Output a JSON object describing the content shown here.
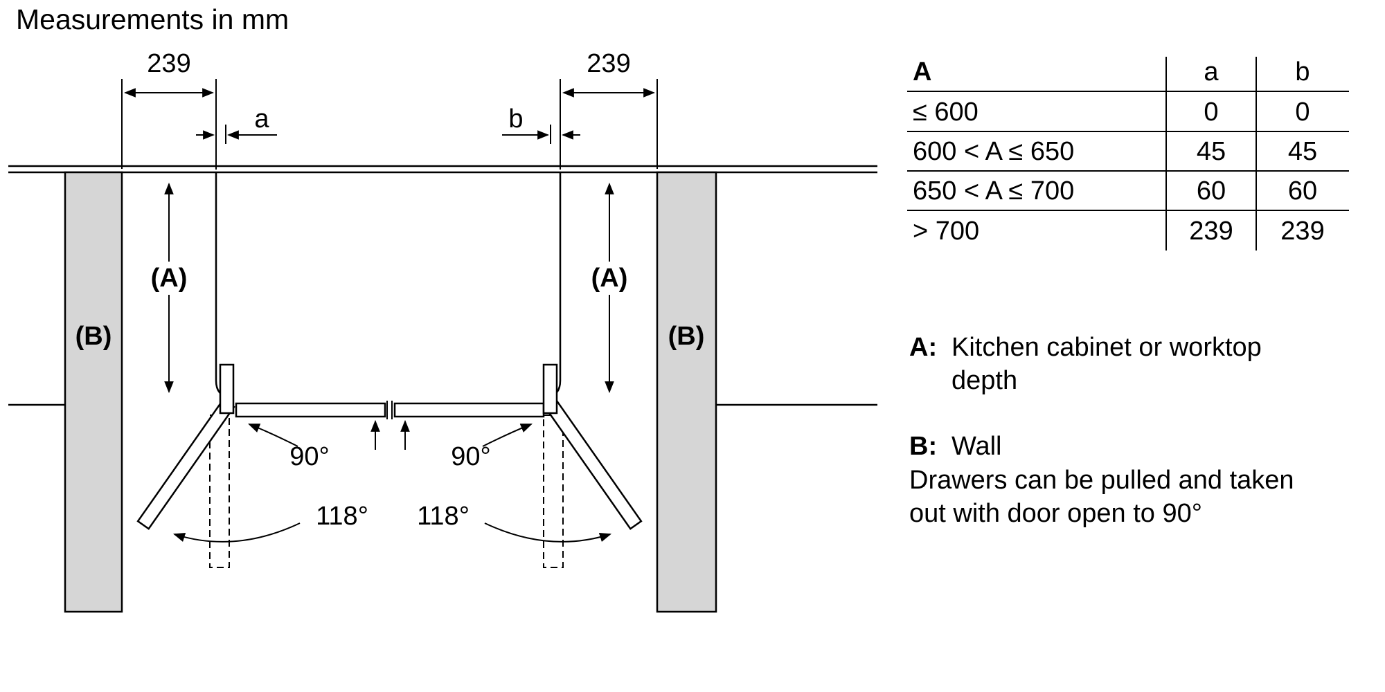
{
  "title": "Measurements in mm",
  "diagram": {
    "dim_left_239": "239",
    "dim_right_239": "239",
    "gap_a_label": "a",
    "gap_b_label": "b",
    "depth_label": "(A)",
    "wall_label": "(B)",
    "angle_open_90": "90°",
    "angle_open_118": "118°"
  },
  "table": {
    "header": {
      "col_range": "A",
      "col_a": "a",
      "col_b": "b"
    },
    "rows": [
      {
        "range": "≤ 600",
        "a": "0",
        "b": "0"
      },
      {
        "range": "600 < A ≤ 650",
        "a": "45",
        "b": "45"
      },
      {
        "range": "650 < A ≤ 700",
        "a": "60",
        "b": "60"
      },
      {
        "range": "> 700",
        "a": "239",
        "b": "239"
      }
    ]
  },
  "legend": {
    "a_key": "A:",
    "a_text_line1": "Kitchen cabinet or worktop",
    "a_text_line2": "depth",
    "b_key": "B:",
    "b_text": "Wall",
    "note_line1": "Drawers can be pulled and taken",
    "note_line2": "out with door open to 90°"
  },
  "colors": {
    "wall_fill": "#d6d6d6",
    "line": "#000000",
    "background": "#ffffff"
  }
}
